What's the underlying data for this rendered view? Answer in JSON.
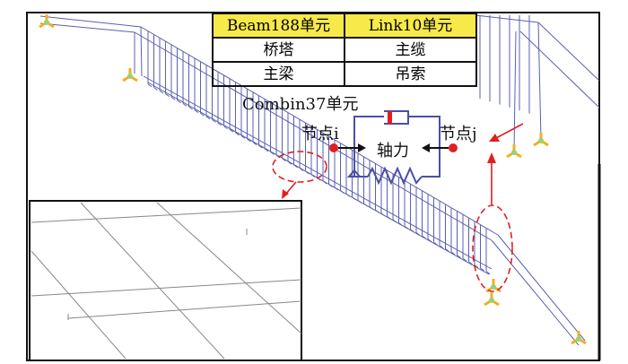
{
  "table": {
    "headers": [
      "Beam188单元",
      "Link10单元"
    ],
    "rows": [
      [
        "桥塔",
        "主缆"
      ],
      [
        "主梁",
        "吊索"
      ]
    ]
  },
  "combin": {
    "title": "Combin37单元",
    "node_i": "节点i",
    "node_j": "节点j",
    "axial_force": "轴力"
  },
  "colors": {
    "model": "#5a5fb0",
    "highlight": "#e02020",
    "header": "#f7e94a"
  }
}
